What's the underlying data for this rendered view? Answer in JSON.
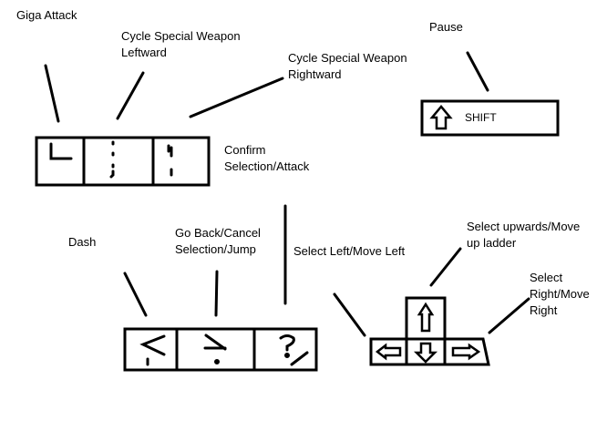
{
  "labels": {
    "giga_attack": "Giga Attack",
    "cycle_left_1": "Cycle Special Weapon",
    "cycle_left_2": "Leftward",
    "cycle_right_1": "Cycle Special Weapon",
    "cycle_right_2": "Rightward",
    "pause": "Pause",
    "confirm_1": "Confirm",
    "confirm_2": "Selection/Attack",
    "dash": "Dash",
    "back_1": "Go Back/Cancel",
    "back_2": "Selection/Jump",
    "select_left": "Select Left/Move Left",
    "select_up_1": "Select upwards/Move",
    "select_up_2": "up ladder",
    "select_right_1": "Select",
    "select_right_2": "Right/Move",
    "select_right_3": "Right"
  },
  "keys": {
    "shift": "SHIFT",
    "top_row": [
      "L",
      ";",
      "'"
    ],
    "bottom_row": [
      ",",
      ".",
      "/"
    ],
    "arrows": [
      "up-arrow",
      "left-arrow",
      "down-arrow",
      "right-arrow"
    ]
  }
}
